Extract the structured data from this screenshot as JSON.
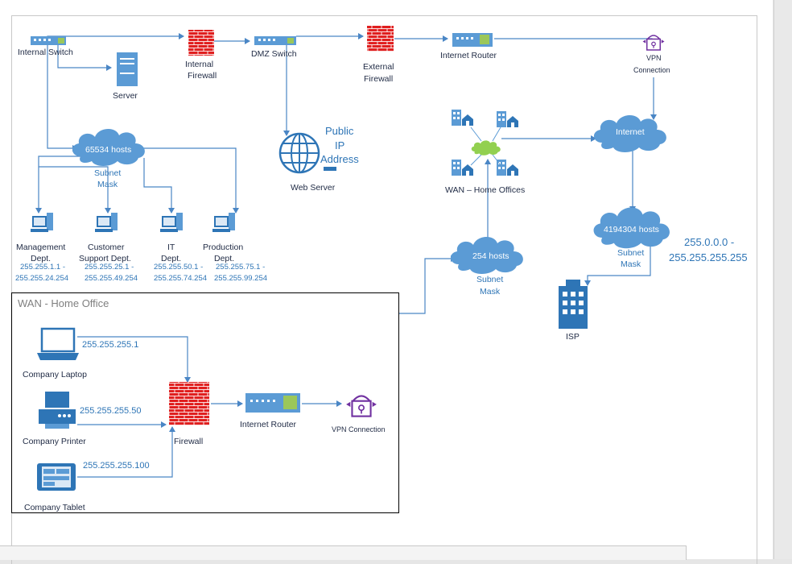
{
  "devices": {
    "internal_switch": "Internal Switch",
    "server": "Server",
    "internal_firewall": [
      "Internal",
      "Firewall"
    ],
    "dmz_switch": "DMZ Switch",
    "external_firewall": [
      "External",
      "Firewall"
    ],
    "internet_router": "Internet  Router",
    "vpn": [
      "VPN",
      "Connection"
    ],
    "web_server": "Web Server",
    "public_ip": [
      "Public",
      "IP",
      "Address"
    ],
    "wan_home_offices": "WAN – Home Offices",
    "internet": "Internet",
    "isp": "ISP"
  },
  "clouds": {
    "c65534": {
      "hosts": "65534 hosts",
      "mask": [
        "Subnet",
        "Mask"
      ]
    },
    "c254": {
      "hosts": "254 hosts",
      "mask": [
        "Subnet",
        "Mask"
      ]
    },
    "c4194304": {
      "hosts": "4194304 hosts",
      "mask": [
        "Subnet",
        "Mask"
      ]
    }
  },
  "isp_range": [
    "255.0.0.0 -",
    "255.255.255.255"
  ],
  "departments": [
    {
      "name": [
        "Management",
        "Dept."
      ],
      "range": [
        "255.255.1.1 -",
        "255.255.24.254"
      ]
    },
    {
      "name": [
        "Customer",
        "Support Dept."
      ],
      "range": [
        "255.255.25.1 -",
        "255.255.49.254"
      ]
    },
    {
      "name": [
        "IT",
        "Dept."
      ],
      "range": [
        "255.255.50.1 -",
        "255.255.74.254"
      ]
    },
    {
      "name": [
        "Production",
        "Dept."
      ],
      "range": [
        "255.255.75.1 -",
        "255.255.99.254"
      ]
    }
  ],
  "home_office": {
    "title": "WAN - Home Office",
    "laptop": {
      "label": "Company Laptop",
      "ip": "255.255.255.1"
    },
    "printer": {
      "label": "Company Printer",
      "ip": "255.255.255.50"
    },
    "tablet": {
      "label": "Company Tablet",
      "ip": "255.255.255.100"
    },
    "firewall": "Firewall",
    "router": "Internet  Router",
    "vpn": "VPN Connection"
  },
  "colors": {
    "line": "#4a86c5",
    "firewall": "#e01f1f",
    "cloud": "#5b9bd5",
    "vpn": "#7030a0",
    "text_blue": "#2e75b6"
  }
}
